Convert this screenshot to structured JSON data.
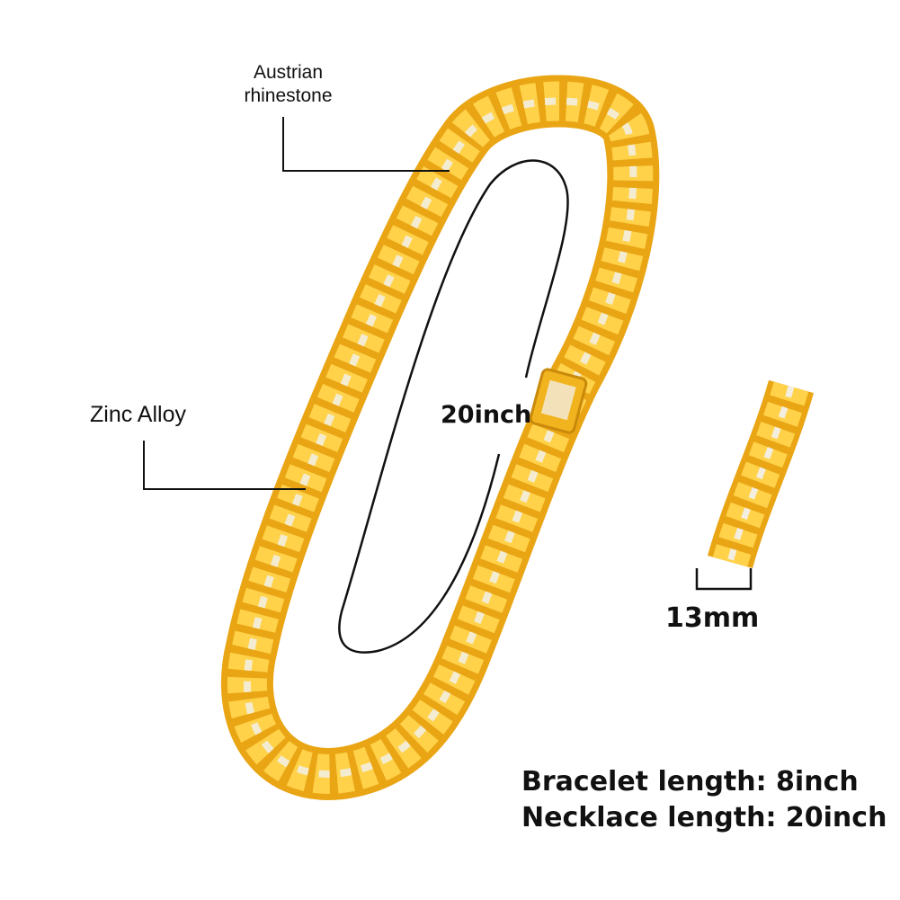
{
  "callouts": {
    "rhinestone_line1": "Austrian",
    "rhinestone_line2": "rhinestone",
    "zinc": "Zinc Alloy"
  },
  "dimensions": {
    "necklace_inner": "20inch",
    "width": "13mm"
  },
  "specs": {
    "bracelet": "Bracelet length: 8inch",
    "necklace": "Necklace length: 20inch"
  },
  "colors": {
    "gold": "#f2b41e",
    "gold_light": "#ffd65a",
    "rhinestone": "#f3eee0"
  }
}
